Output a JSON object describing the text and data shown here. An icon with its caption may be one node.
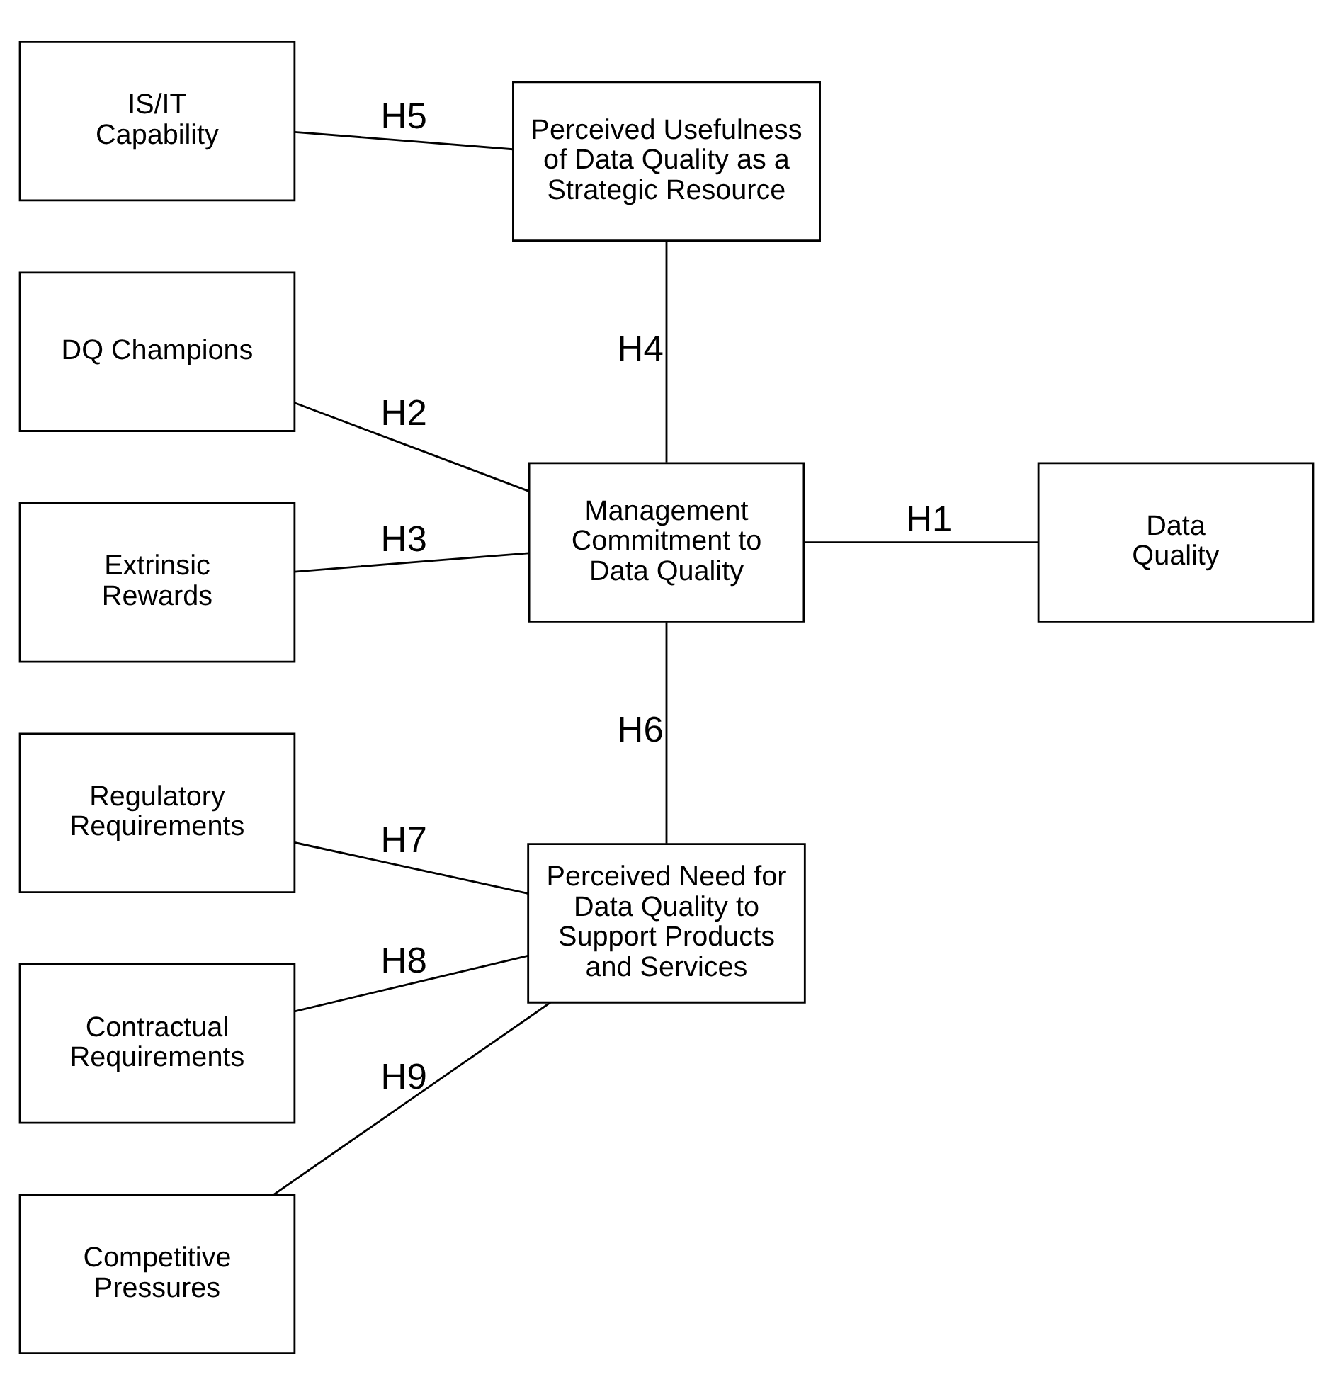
{
  "diagram": {
    "nodes": [
      {
        "text": [
          "IS/IT Capability"
        ]
      },
      {
        "text": [
          "Perceived Usefulness of Data Quality as a Strategic Resource"
        ]
      },
      {
        "text": [
          "DQ Champions"
        ]
      },
      {
        "text": [
          "Management Commitment to Data Quality"
        ]
      },
      {
        "text": [
          "Data Quality"
        ]
      },
      {
        "text": [
          "Extrinsic Rewards"
        ]
      },
      {
        "text": [
          "Regulatory Requirements"
        ]
      },
      {
        "text": [
          "Perceived Need for Data Quality to Support Products and Services"
        ]
      },
      {
        "text": [
          "Contractual Requirements"
        ]
      },
      {
        "text": [
          "Competitive Pressures"
        ]
      }
    ],
    "edges": [
      {
        "from": 0,
        "to": 1,
        "arrow": "none",
        "label": "H5"
      },
      {
        "from": 1,
        "to": 3,
        "arrow": "none",
        "label": "H4"
      },
      {
        "from": 2,
        "to": 3,
        "arrow": "none",
        "label": "H2"
      },
      {
        "from": 3,
        "to": 4,
        "arrow": "none",
        "label": "H1"
      },
      {
        "from": 5,
        "to": 3,
        "arrow": "none",
        "label": "H3"
      },
      {
        "from": 3,
        "to": 7,
        "arrow": "none",
        "label": "H6"
      },
      {
        "from": 6,
        "to": 7,
        "arrow": "none",
        "label": "H7"
      },
      {
        "from": 8,
        "to": 7,
        "arrow": "none",
        "label": "H8"
      },
      {
        "from": 9,
        "to": 7,
        "arrow": "none",
        "label": "H9"
      }
    ]
  }
}
